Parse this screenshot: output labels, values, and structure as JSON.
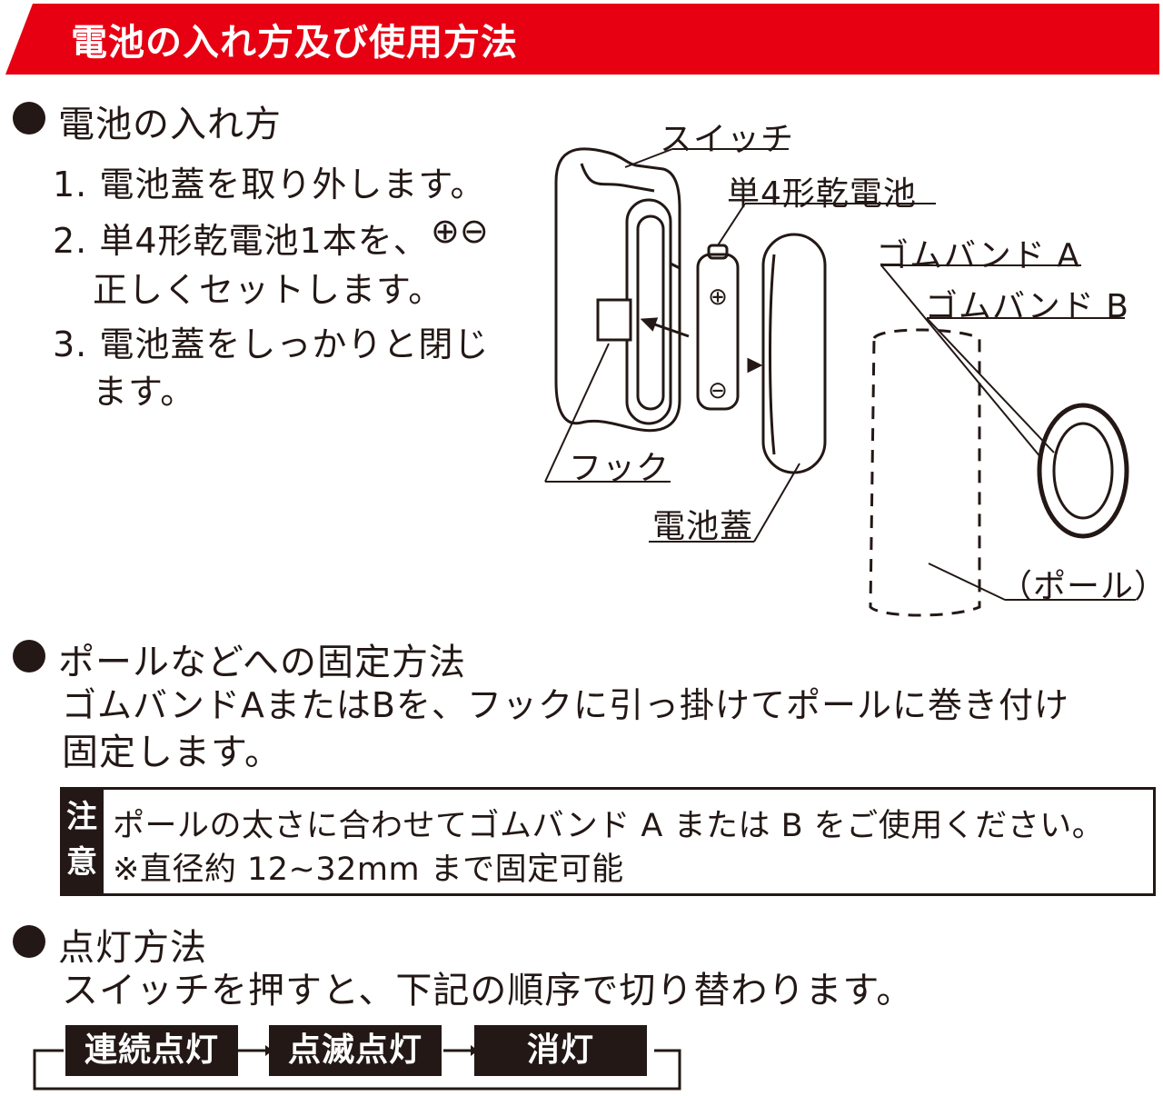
{
  "header": {
    "title": "電池の入れ方及び使用方法",
    "bar_color": "#e60012"
  },
  "battery_section": {
    "heading": "電池の入れ方",
    "steps": [
      "1. 電池蓋を取り外します。",
      "2. 単4形乾電池1本を、",
      "正しくセットします。",
      "3. 電池蓋をしっかりと閉じ",
      "ます。"
    ],
    "polarity_symbols": [
      "⊕",
      "⊖"
    ]
  },
  "diagram_labels": {
    "switch": "スイッチ",
    "battery": "単4形乾電池",
    "band_a": "ゴムバンド A",
    "band_b": "ゴムバンド B",
    "hook": "フック",
    "cover": "電池蓋",
    "pole": "（ポール）",
    "plus": "⊕",
    "minus": "⊖"
  },
  "mount_section": {
    "heading": "ポールなどへの固定方法",
    "text_line1": "ゴムバンドAまたはBを、フックに引っ掛けてポールに巻き付け",
    "text_line2": "固定します。"
  },
  "note": {
    "tab_char1": "注",
    "tab_char2": "意",
    "line1": "ポールの太さに合わせてゴムバンド A または B をご使用ください。",
    "line2": "※直径約 12~32mm まで固定可能"
  },
  "light_section": {
    "heading": "点灯方法",
    "text": "スイッチを押すと、下記の順序で切り替わります。",
    "sequence": [
      "連続点灯",
      "点滅点灯",
      "消灯"
    ]
  }
}
